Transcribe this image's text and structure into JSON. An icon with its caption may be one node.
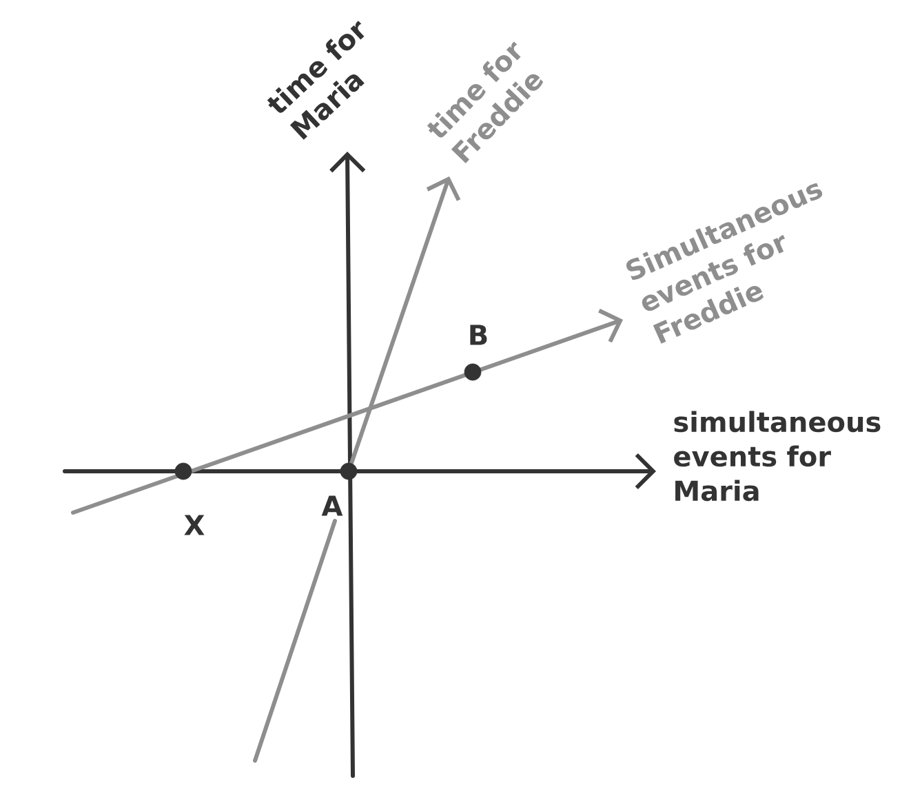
{
  "diagram": {
    "nodes": [
      {
        "text": [],
        "shape": "circle",
        "beside": [
          "B"
        ]
      },
      {
        "text": [],
        "shape": "circle",
        "beside": [
          "X"
        ]
      },
      {
        "text": [],
        "shape": "circle",
        "beside": [
          "A"
        ]
      }
    ],
    "labels": [
      "time for Maria",
      "time for Freddie",
      "Simultaneous events for Freddie",
      "simultaneous events for Maria"
    ]
  }
}
